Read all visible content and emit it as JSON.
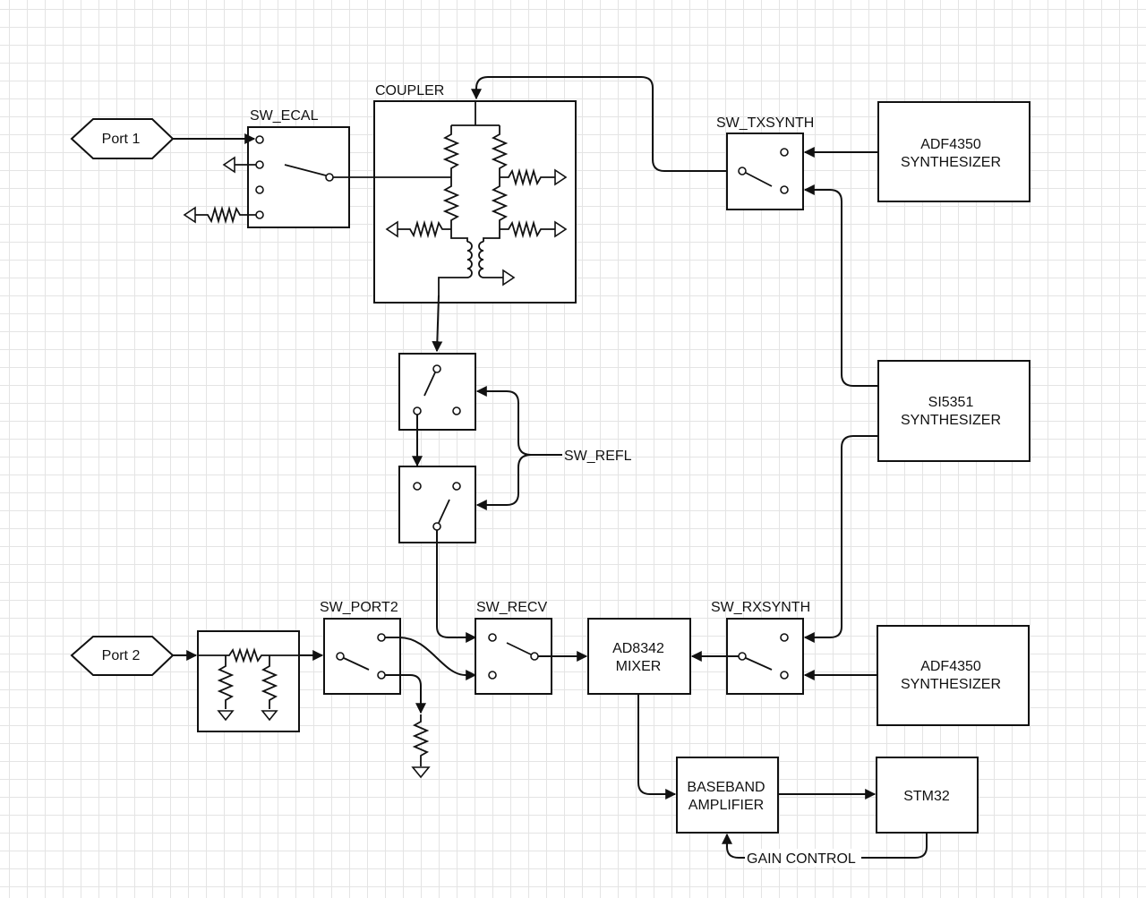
{
  "ports": {
    "port1": "Port 1",
    "port2": "Port 2"
  },
  "switch_labels": {
    "sw_ecal": "SW_ECAL",
    "coupler": "COUPLER",
    "sw_txsynth": "SW_TXSYNTH",
    "sw_refl": "SW_REFL",
    "sw_port2": "SW_PORT2",
    "sw_recv": "SW_RECV",
    "sw_rxsynth": "SW_RXSYNTH"
  },
  "blocks": {
    "adf_top": [
      "ADF4350",
      "SYNTHESIZER"
    ],
    "si5351": [
      "SI5351",
      "SYNTHESIZER"
    ],
    "adf_bottom": [
      "ADF4350",
      "SYNTHESIZER"
    ],
    "mixer": [
      "AD8342",
      "MIXER"
    ],
    "baseband": [
      "BASEBAND",
      "AMPLIFIER"
    ],
    "stm32": "STM32"
  },
  "annotations": {
    "gain_control": "GAIN CONTROL"
  }
}
